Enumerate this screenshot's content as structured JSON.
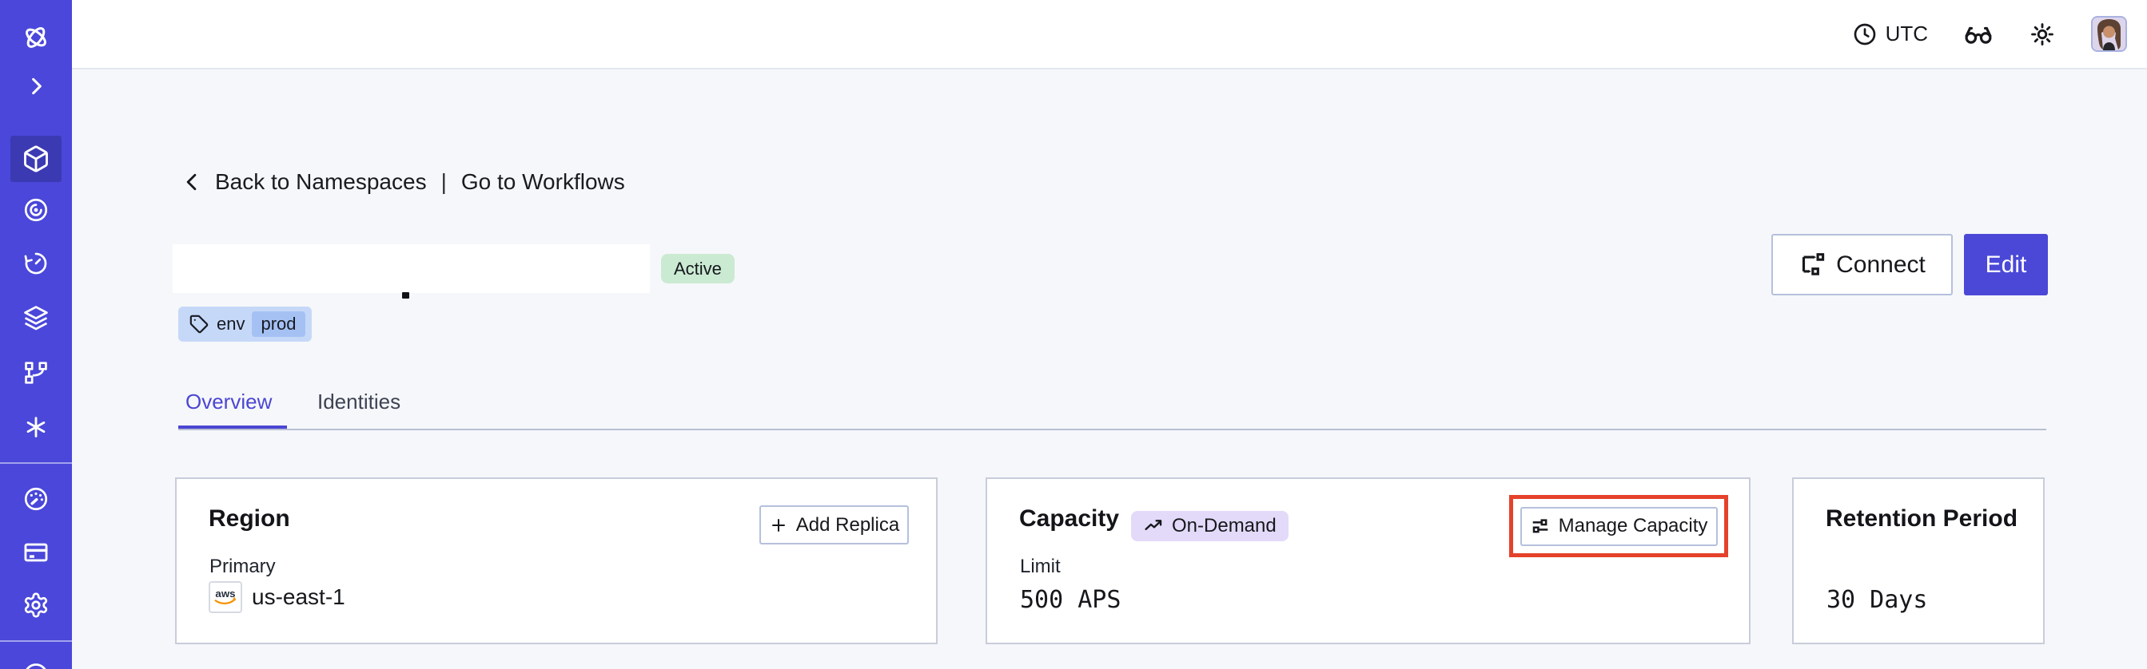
{
  "header": {
    "timezone_label": "UTC"
  },
  "breadcrumb": {
    "back_label": "Back to Namespaces",
    "separator": "|",
    "forward_label": "Go to Workflows"
  },
  "namespace": {
    "status_badge": "Active",
    "tag": {
      "key": "env",
      "value": "prod"
    }
  },
  "actions": {
    "connect_label": "Connect",
    "edit_label": "Edit"
  },
  "tabs": [
    {
      "label": "Overview",
      "active": true
    },
    {
      "label": "Identities",
      "active": false
    }
  ],
  "cards": {
    "region": {
      "title": "Region",
      "add_replica_label": "Add Replica",
      "primary_label": "Primary",
      "provider": "aws",
      "region_value": "us-east-1"
    },
    "capacity": {
      "title": "Capacity",
      "badge_label": "On-Demand",
      "manage_label": "Manage Capacity",
      "limit_label": "Limit",
      "limit_value": "500 APS"
    },
    "retention": {
      "title": "Retention Period",
      "value": "30 Days"
    }
  },
  "sidebar": {
    "icons": [
      "temporal-logo",
      "expand-chevron",
      "namespaces-cube",
      "iris",
      "timer",
      "layers",
      "branch",
      "asterisk",
      "gauge",
      "credit-card",
      "gear",
      "partial-circle"
    ]
  },
  "colors": {
    "sidebar": "#4a47da",
    "sidebar_active": "#3c3ab2",
    "accent_indigo": "#4b46d2",
    "edit_button": "#4b48d8",
    "active_badge_bg": "#cbead2",
    "tag_bg": "#c6d8f8",
    "tag_inner_bg": "#a5c1f4",
    "ondemand_bg": "#e3daf9",
    "highlight_red": "#e5422b",
    "aws_orange": "#f79400",
    "content_bg": "#f6f7fa"
  }
}
